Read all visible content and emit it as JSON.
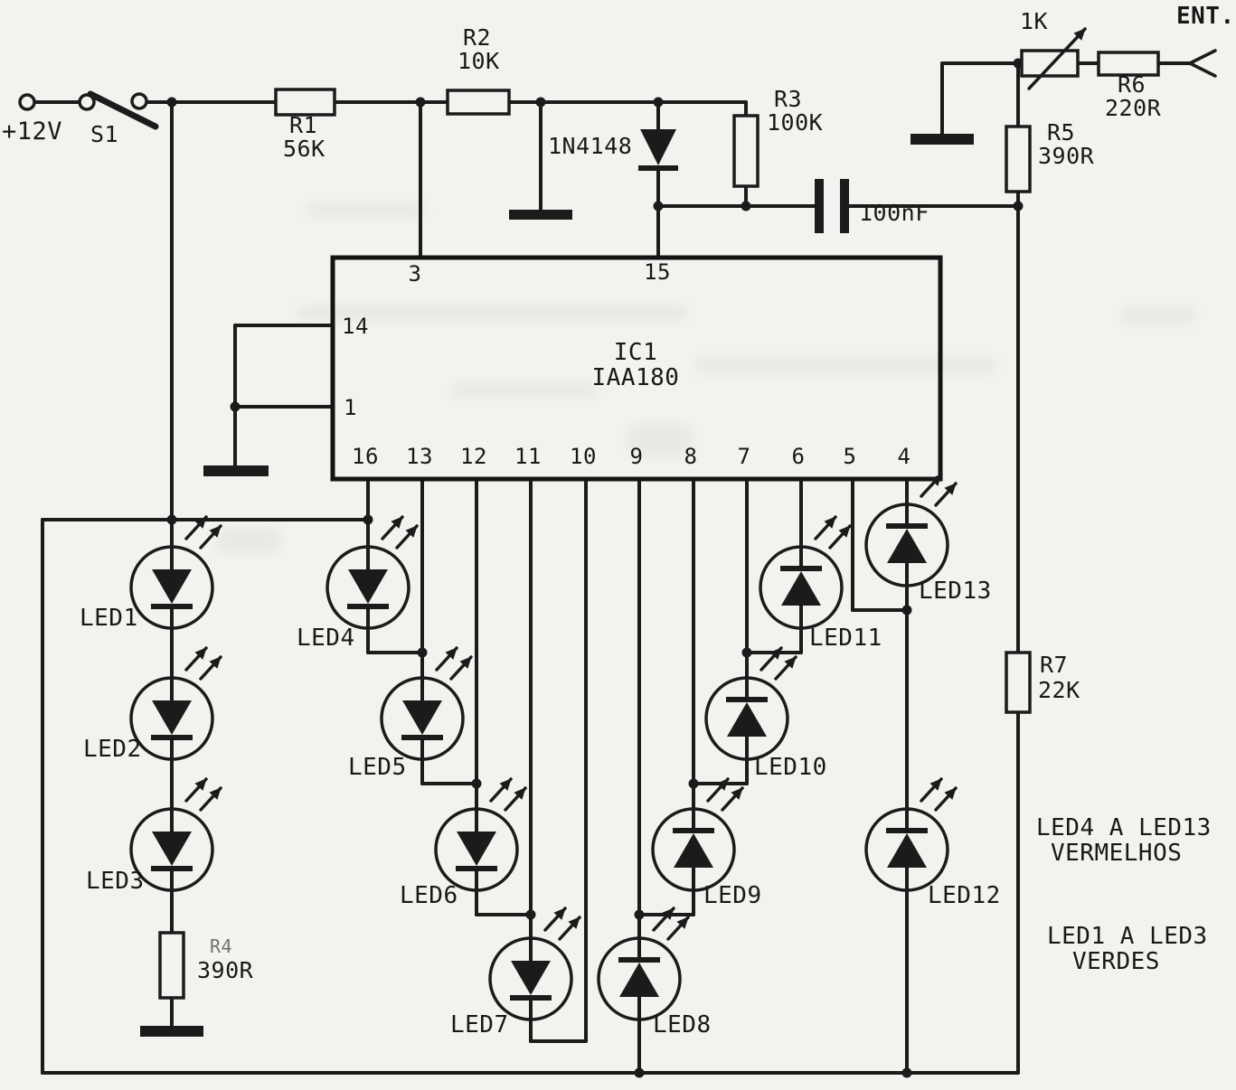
{
  "components": {
    "supply": "+12V",
    "switch": "S1",
    "r1": {
      "name": "R1",
      "value": "56K"
    },
    "r2": {
      "name": "R2",
      "value": "10K"
    },
    "r3": {
      "name": "R3",
      "value": "100K"
    },
    "r4": {
      "name": "R4",
      "value": "390R"
    },
    "r5": {
      "name": "R5",
      "value": "390R"
    },
    "r6": {
      "name": "R6",
      "value": "220R"
    },
    "r7": {
      "name": "R7",
      "value": "22K"
    },
    "pot": {
      "value": "1K"
    },
    "diode": {
      "part": "1N4148"
    },
    "cap": {
      "value": "100nF"
    },
    "input": "ENT."
  },
  "ic": {
    "name": "IC1",
    "part": "IAA180",
    "pin_top_1": "3",
    "pin_top_2": "15",
    "pin_left_1": "14",
    "pin_left_2": "1",
    "pins_bottom": [
      "16",
      "13",
      "12",
      "11",
      "10",
      "9",
      "8",
      "7",
      "6",
      "5",
      "4"
    ]
  },
  "leds": [
    "LED1",
    "LED2",
    "LED3",
    "LED4",
    "LED5",
    "LED6",
    "LED7",
    "LED8",
    "LED9",
    "LED10",
    "LED11",
    "LED12",
    "LED13"
  ],
  "notes": {
    "red_line1": "LED4 A LED13",
    "red_line2": "VERMELHOS",
    "green_line1": "LED1 A LED3",
    "green_line2": "VERDES"
  }
}
